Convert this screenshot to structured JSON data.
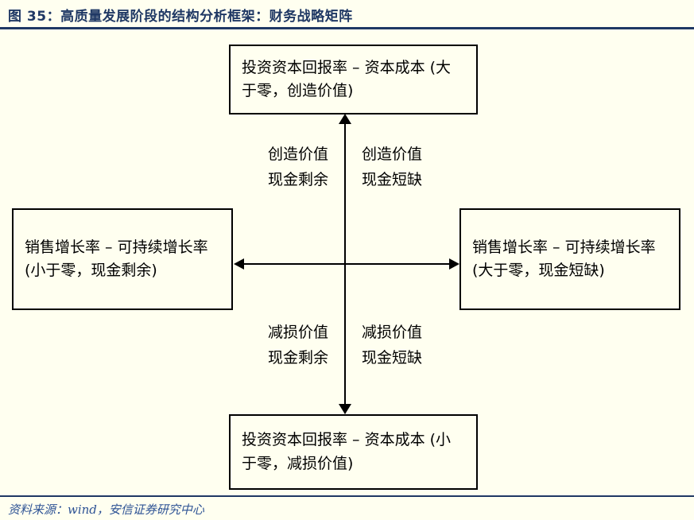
{
  "figure": {
    "title": "图 35：高质量发展阶段的结构分析框架：财务战略矩阵",
    "source_note": "资料来源：wind，安信证券研究中心"
  },
  "colors": {
    "title_blue": "#1f3864",
    "source_blue": "#2e5395",
    "canvas": "#fffff0",
    "line": "#000000"
  },
  "diagram": {
    "type": "financial-strategy-matrix",
    "boxes": {
      "top": "投资资本回报率 – 资本成本 (大于零，创造价值)",
      "left": "销售增长率 – 可持续增长率 (小于零，现金剩余)",
      "right": "销售增长率 – 可持续增长率 (大于零，现金短缺)",
      "bottom": "投资资本回报率 – 资本成本 (小于零，减损价值)"
    },
    "quadrants": {
      "top_left": {
        "line1": "创造价值",
        "line2": "现金剩余"
      },
      "top_right": {
        "line1": "创造价值",
        "line2": "现金短缺"
      },
      "bottom_left": {
        "line1": "减损价值",
        "line2": "现金剩余"
      },
      "bottom_right": {
        "line1": "减损价值",
        "line2": "现金短缺"
      }
    }
  }
}
